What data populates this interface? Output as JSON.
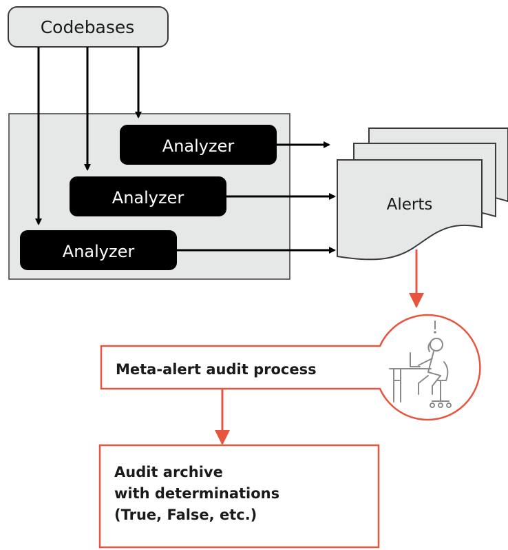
{
  "codebases": {
    "label": "Codebases"
  },
  "analyzers": [
    {
      "label": "Analyzer"
    },
    {
      "label": "Analyzer"
    },
    {
      "label": "Analyzer"
    }
  ],
  "alerts": {
    "label": "Alerts"
  },
  "audit_process": {
    "label": "Meta-alert audit process",
    "icon": "person-at-desk-alert-icon"
  },
  "archive": {
    "lines": [
      "Audit archive",
      "with determinations",
      "(True, False, etc.)"
    ]
  },
  "colors": {
    "box_fill": "#e6e7e7",
    "box_stroke": "#3a3a3a",
    "analyzer_fill": "#000000",
    "analyzer_text": "#ffffff",
    "accent": "#e8553e",
    "arrow": "#000000",
    "text": "#1a1a1a"
  }
}
